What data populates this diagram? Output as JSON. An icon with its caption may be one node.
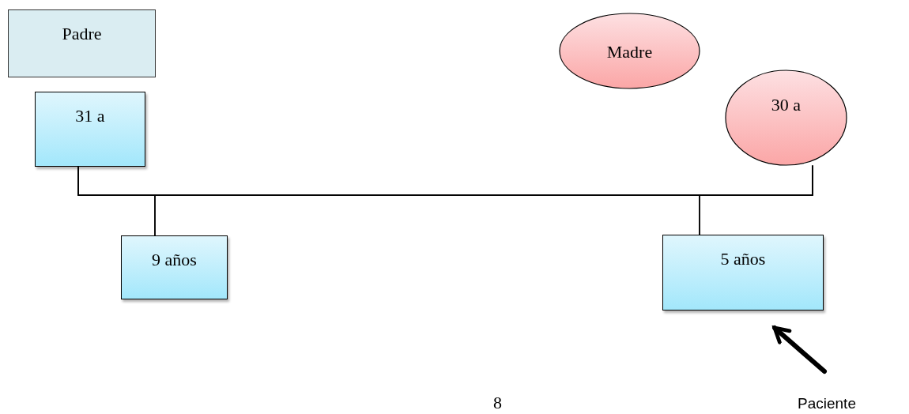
{
  "diagram": {
    "nodes": [
      {
        "text": [
          "Padre"
        ]
      },
      {
        "text": [
          "Madre"
        ]
      },
      {
        "text": [
          "31 a"
        ]
      },
      {
        "text": [
          "30 a"
        ]
      },
      {
        "text": [
          "9 años"
        ]
      },
      {
        "text": [
          "5 años"
        ]
      },
      {
        "text": [
          "Paciente"
        ]
      }
    ],
    "edges": [
      {
        "from": 2,
        "to": 3,
        "arrow": "none"
      },
      {
        "from": 2,
        "to": 4,
        "arrow": "none"
      },
      {
        "from": 3,
        "to": 4,
        "arrow": "none"
      },
      {
        "from": 2,
        "to": 5,
        "arrow": "none"
      },
      {
        "from": 3,
        "to": 5,
        "arrow": "none"
      },
      {
        "from": 6,
        "to": 5,
        "arrow": "to",
        "style": "thick"
      }
    ],
    "labels": [
      "8"
    ]
  }
}
